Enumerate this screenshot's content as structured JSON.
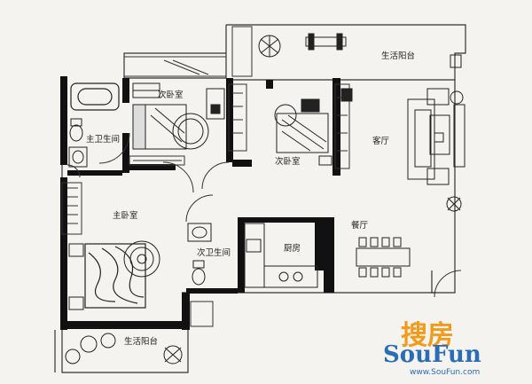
{
  "rooms": {
    "living_balcony_top": "生活阳台",
    "second_bedroom_left": "次卧室",
    "second_bedroom_right": "次卧室",
    "master_bathroom": "主卫生间",
    "living_room": "客厅",
    "master_bedroom": "主卧室",
    "dining_room": "餐厅",
    "kitchen": "厨房",
    "second_bathroom": "次卫生间",
    "living_balcony_bottom": "生活阳台"
  },
  "watermark": {
    "chinese": "搜房",
    "brand": "SouFun",
    "url": "www.SouFun.com"
  },
  "colors": {
    "wall": "#111111",
    "line": "#333333",
    "background": "#f4f3ef",
    "watermark_orange": "#f29a1a",
    "watermark_blue": "#2a6db5"
  }
}
